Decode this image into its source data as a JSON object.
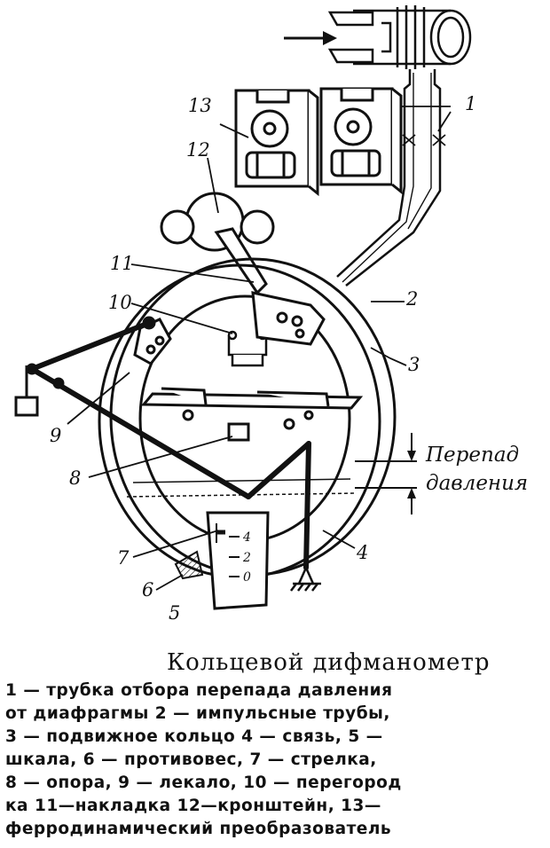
{
  "figure": {
    "labels": {
      "l1": "1",
      "l2": "2",
      "l3": "3",
      "l4": "4",
      "l5": "5",
      "l6": "6",
      "l7": "7",
      "l8": "8",
      "l9": "9",
      "l10": "10",
      "l11": "11",
      "l12": "12",
      "l13": "13"
    },
    "pressure_drop": [
      "Перепад",
      "давления"
    ],
    "scale": [
      "4",
      "2",
      "0"
    ]
  },
  "caption": {
    "title": "Кольцевой дифманометр",
    "lines": [
      "1 — трубка отбора  перепада давления",
      "от диафрагмы  2 — импульсные трубы,",
      "3 — подвижное  кольцо  4 — связь,  5 —",
      "шкала,   6 — противовес,   7 — стрелка,",
      "8 — опора,   9 — лекало,   10 — перегород",
      " ка  11—накладка  12—кронштейн,  13—",
      "ферродинамический       преобразователь"
    ]
  }
}
